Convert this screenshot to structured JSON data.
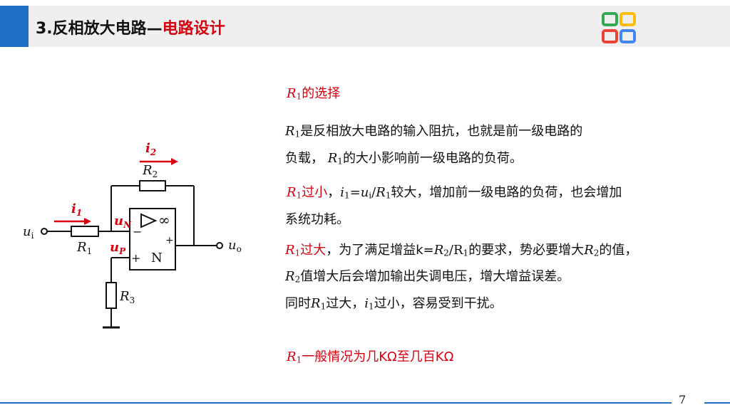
{
  "header": {
    "title_prefix": "3.反相放大电路—",
    "title_red": "电路设计"
  },
  "colors": {
    "accent": "#1f6fc5",
    "red": "#d7000f",
    "header_bg": "#efefef"
  },
  "logo": {
    "icon": "four-squares-logo-icon",
    "colors": [
      "#34a853",
      "#fbbc05",
      "#ea4335",
      "#4285f4"
    ]
  },
  "circuit": {
    "labels": {
      "i2": "i",
      "i2_sub": "2",
      "R2": "R",
      "R2_sub": "2",
      "i1": "i",
      "i1_sub": "1",
      "ui": "u",
      "ui_sub": "i",
      "R1": "R",
      "R1_sub": "1",
      "uN": "u",
      "uN_sub": "N",
      "uP": "u",
      "uP_sub": "P",
      "minus": "−",
      "plus_in": "+",
      "plus_out": "+",
      "N": "N",
      "inf": "∞",
      "uo": "u",
      "uo_sub": "o",
      "R3": "R",
      "R3_sub": "3"
    }
  },
  "content": {
    "heading": {
      "r": "R",
      "sub": "1",
      "text": "的选择"
    },
    "p1": {
      "r": "R",
      "sub": "1",
      "text": "是反相放大电路的输入阻抗，也就是前一级电路的",
      "line2a": "负载， ",
      "line2_r": "R",
      "line2_sub": "1",
      "line2b": "的大小影响前一级电路的负荷。"
    },
    "p2": {
      "r": "R",
      "sub": "1",
      "red_text": "过小",
      "a": "，",
      "i": "i",
      "i_sub": "1",
      "eq": "=",
      "u": "u",
      "u_sub": "i",
      "slash": "/",
      "r2": "R",
      "r2_sub": "1",
      "b": "较大，增加前一级电路的负荷，也会增加",
      "line2": "系统功耗。"
    },
    "p3": {
      "r": "R",
      "sub": "1",
      "red_text": "过大",
      "a": "，为了满足增益k=",
      "r2": "R",
      "r2_sub": "2",
      "slash": "/R",
      "r3_sub": "1",
      "b": "的要求，势必要增大",
      "r4": "R",
      "r4_sub": "2",
      "c": "的值，",
      "line2_r": "R",
      "line2_sub": "2",
      "line2": "值增大后会增加输出失调电压，增大增益误差。"
    },
    "p4": {
      "a": "同时",
      "r": "R",
      "sub": "1",
      "b": "过大，",
      "i": "i",
      "i_sub": "1",
      "c": "过小，容易受到干扰。"
    },
    "conclusion": {
      "r": "R",
      "sub": "1",
      "text": "一般情况为几KΩ至几百KΩ"
    }
  },
  "footer": {
    "page_number": "7"
  }
}
